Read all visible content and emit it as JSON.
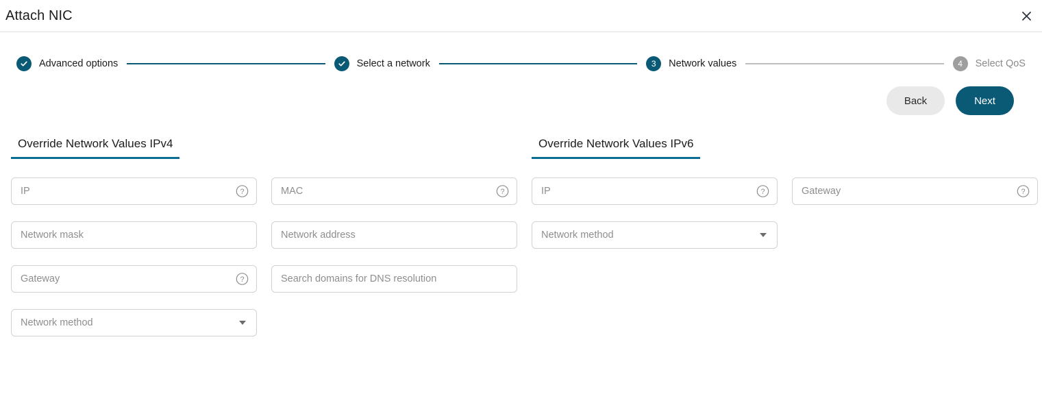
{
  "window": {
    "title": "Attach NIC",
    "close_icon": "close-icon"
  },
  "colors": {
    "accent": "#0a5a75",
    "accent_underline": "#0a6e94",
    "inactive": "#9e9e9e",
    "connector_done": "#0a5a75",
    "connector_todo": "#bdbdbd",
    "button_secondary_bg": "#e9e9e9"
  },
  "stepper": {
    "steps": [
      {
        "number": "1",
        "label": "Advanced options",
        "state": "done",
        "marker": "check-icon"
      },
      {
        "number": "2",
        "label": "Select a network",
        "state": "done",
        "marker": "check-icon"
      },
      {
        "number": "3",
        "label": "Network values",
        "state": "active",
        "marker": "3"
      },
      {
        "number": "4",
        "label": "Select QoS",
        "state": "todo",
        "marker": "4"
      }
    ]
  },
  "actions": {
    "back_label": "Back",
    "next_label": "Next"
  },
  "sections": [
    {
      "id": "ipv4",
      "title": "Override Network Values IPv4",
      "fields": [
        {
          "name": "ipv4-ip-input",
          "type": "input",
          "placeholder": "IP",
          "value": "",
          "help": true
        },
        {
          "name": "ipv4-mac-input",
          "type": "input",
          "placeholder": "MAC",
          "value": "",
          "help": true
        },
        {
          "name": "ipv4-network-mask-input",
          "type": "input",
          "placeholder": "Network mask",
          "value": "",
          "help": false
        },
        {
          "name": "ipv4-network-address-input",
          "type": "input",
          "placeholder": "Network address",
          "value": "",
          "help": false
        },
        {
          "name": "ipv4-gateway-input",
          "type": "input",
          "placeholder": "Gateway",
          "value": "",
          "help": true
        },
        {
          "name": "ipv4-search-domains-input",
          "type": "input",
          "placeholder": "Search domains for DNS resolution",
          "value": "",
          "help": false
        },
        {
          "name": "ipv4-network-method-select",
          "type": "select",
          "placeholder": "Network method",
          "value": "",
          "help": false
        }
      ]
    },
    {
      "id": "ipv6",
      "title": "Override Network Values IPv6",
      "fields": [
        {
          "name": "ipv6-ip-input",
          "type": "input",
          "placeholder": "IP",
          "value": "",
          "help": true
        },
        {
          "name": "ipv6-gateway-input",
          "type": "input",
          "placeholder": "Gateway",
          "value": "",
          "help": true
        },
        {
          "name": "ipv6-network-method-select",
          "type": "select",
          "placeholder": "Network method",
          "value": "",
          "help": false
        }
      ]
    }
  ]
}
